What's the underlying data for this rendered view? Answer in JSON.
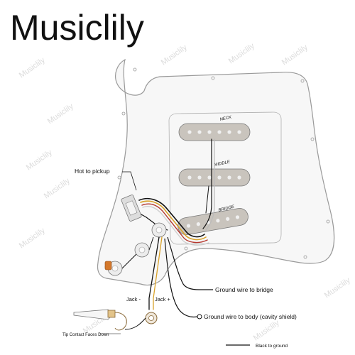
{
  "brand": "Musiclily",
  "watermark": "Musiclily",
  "colors": {
    "pickguard_fill": "#f7f7f7",
    "pickguard_stroke": "#9a9a9a",
    "pickup_fill": "#c9c4bd",
    "wire_black": "#111111",
    "wire_white": "#f5f5f5",
    "wire_yellow": "#d9a22a",
    "wire_red": "#b5382e",
    "cap_orange": "#d4782b"
  },
  "pickups": {
    "neck": "NECK",
    "middle": "MIDDLE",
    "bridge": "BRIDGE"
  },
  "labels": {
    "hot_to_pickup": "Hot to pickup",
    "ground_bridge": "Ground wire to bridge",
    "ground_body": "Ground wire to body (cavity shield)",
    "jack_minus": "Jack -",
    "jack_plus": "Jack +",
    "tip_contact": "Tip Contact Faces Down",
    "black_to_ground": "Black to ground"
  }
}
